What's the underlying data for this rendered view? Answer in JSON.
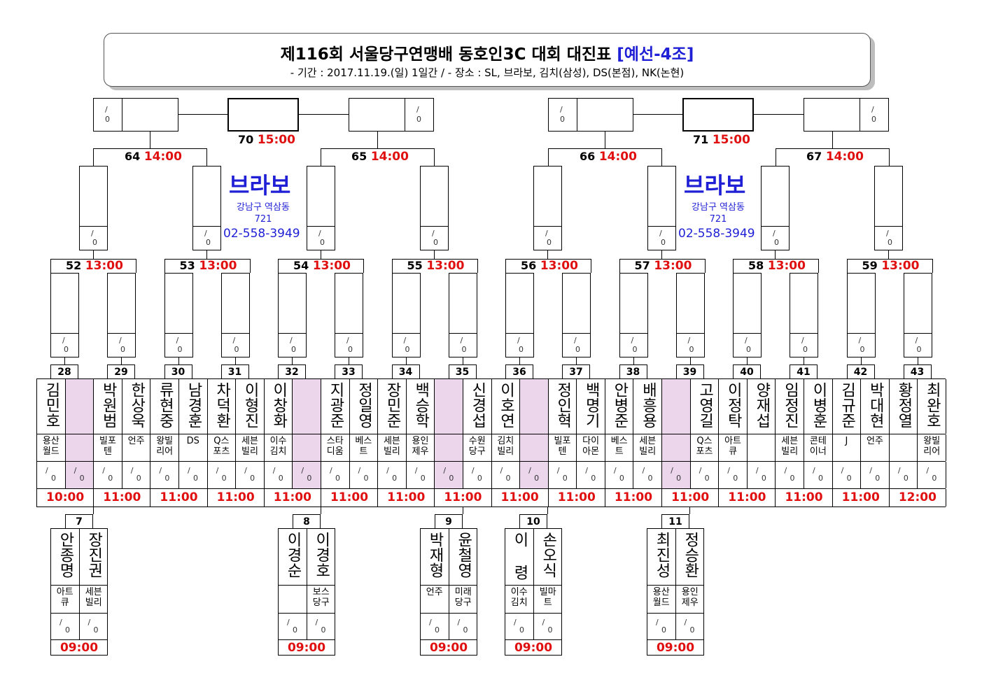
{
  "header": {
    "title": "제116회 서울당구연맹배 동호인3C 대회 대진표",
    "stage": "[예선-4조]",
    "subtitle": "- 기간 : 2017.11.19.(일) 1일간 / - 장소 : SL, 브라보, 김치(삼성), DS(본점), NK(논현)"
  },
  "score_placeholder": "/ 0",
  "score_slash": "/",
  "score_zero": "0",
  "venue": {
    "name": "브라보",
    "address_line1": "강남구 역삼동",
    "address_line2": "721",
    "phone": "02-558-3949"
  },
  "finals": [
    {
      "num": "70",
      "time": "15:00"
    },
    {
      "num": "71",
      "time": "15:00"
    }
  ],
  "semis": [
    {
      "num": "64",
      "time": "14:00"
    },
    {
      "num": "65",
      "time": "14:00"
    },
    {
      "num": "66",
      "time": "14:00"
    },
    {
      "num": "67",
      "time": "14:00"
    }
  ],
  "quarters": [
    {
      "num": "52",
      "time": "13:00"
    },
    {
      "num": "53",
      "time": "13:00"
    },
    {
      "num": "54",
      "time": "13:00"
    },
    {
      "num": "55",
      "time": "13:00"
    },
    {
      "num": "56",
      "time": "13:00"
    },
    {
      "num": "57",
      "time": "13:00"
    },
    {
      "num": "58",
      "time": "13:00"
    },
    {
      "num": "59",
      "time": "13:00"
    }
  ],
  "first_round": [
    {
      "num": "28",
      "time": "10:00",
      "players": [
        {
          "name": "김민호",
          "club": "용산\n월드",
          "bye": false
        },
        {
          "name": "",
          "club": "",
          "bye": true
        }
      ]
    },
    {
      "num": "29",
      "time": "11:00",
      "players": [
        {
          "name": "박원범",
          "club": "빌포\n텐",
          "bye": false
        },
        {
          "name": "한상욱",
          "club": "언주",
          "bye": false
        }
      ]
    },
    {
      "num": "30",
      "time": "11:00",
      "players": [
        {
          "name": "류현중",
          "club": "왕빌\n리어",
          "bye": false
        },
        {
          "name": "남경훈",
          "club": "DS",
          "bye": false
        }
      ]
    },
    {
      "num": "31",
      "time": "11:00",
      "players": [
        {
          "name": "차덕환",
          "club": "Q스\n포츠",
          "bye": false
        },
        {
          "name": "이형진",
          "club": "세븐\n빌리",
          "bye": false
        }
      ]
    },
    {
      "num": "32",
      "time": "11:00",
      "players": [
        {
          "name": "이창화",
          "club": "이수\n김치",
          "bye": false
        },
        {
          "name": "",
          "club": "",
          "bye": true
        }
      ]
    },
    {
      "num": "33",
      "time": "11:00",
      "players": [
        {
          "name": "지광준",
          "club": "스타\n디움",
          "bye": false
        },
        {
          "name": "정일영",
          "club": "베스\n트",
          "bye": false
        }
      ]
    },
    {
      "num": "34",
      "time": "11:00",
      "players": [
        {
          "name": "장민준",
          "club": "세븐\n빌리",
          "bye": false
        },
        {
          "name": "백승학",
          "club": "용인\n제우",
          "bye": false
        }
      ]
    },
    {
      "num": "35",
      "time": "11:00",
      "players": [
        {
          "name": "",
          "club": "",
          "bye": true
        },
        {
          "name": "신경섭",
          "club": "수원\n당구",
          "bye": false
        }
      ]
    },
    {
      "num": "36",
      "time": "11:00",
      "players": [
        {
          "name": "이호연",
          "club": "김치\n빌리",
          "bye": false
        },
        {
          "name": "",
          "club": "",
          "bye": true
        }
      ]
    },
    {
      "num": "37",
      "time": "11:00",
      "players": [
        {
          "name": "정인혁",
          "club": "빌포\n텐",
          "bye": false
        },
        {
          "name": "백명기",
          "club": "다이\n아몬",
          "bye": false
        }
      ]
    },
    {
      "num": "38",
      "time": "11:00",
      "players": [
        {
          "name": "안병준",
          "club": "베스\n트",
          "bye": false
        },
        {
          "name": "배흥용",
          "club": "세븐\n빌리",
          "bye": false
        }
      ]
    },
    {
      "num": "39",
      "time": "11:00",
      "players": [
        {
          "name": "",
          "club": "",
          "bye": true
        },
        {
          "name": "고영길",
          "club": "Q스\n포츠",
          "bye": false
        }
      ]
    },
    {
      "num": "40",
      "time": "11:00",
      "players": [
        {
          "name": "이정탁",
          "club": "아트\n큐",
          "bye": false
        },
        {
          "name": "양재섭",
          "club": "",
          "bye": false
        }
      ]
    },
    {
      "num": "41",
      "time": "11:00",
      "players": [
        {
          "name": "임정진",
          "club": "세븐\n빌리",
          "bye": false
        },
        {
          "name": "이병훈",
          "club": "콘테\n이너",
          "bye": false
        }
      ]
    },
    {
      "num": "42",
      "time": "11:00",
      "players": [
        {
          "name": "김규준",
          "club": "J",
          "bye": false
        },
        {
          "name": "박대현",
          "club": "언주",
          "bye": false
        }
      ]
    },
    {
      "num": "43",
      "time": "12:00",
      "players": [
        {
          "name": "황정열",
          "club": "",
          "bye": false
        },
        {
          "name": "최완호",
          "club": "왕빌\n리어",
          "bye": false
        }
      ]
    }
  ],
  "prelim": [
    {
      "num": "7",
      "time": "09:00",
      "players": [
        {
          "name": "안종명",
          "club": "아트\n큐"
        },
        {
          "name": "장진권",
          "club": "세븐\n빌리"
        }
      ]
    },
    {
      "num": "8",
      "time": "09:00",
      "players": [
        {
          "name": "이경순",
          "club": ""
        },
        {
          "name": "이경호",
          "club": "보스\n당구"
        }
      ]
    },
    {
      "num": "9",
      "time": "09:00",
      "players": [
        {
          "name": "박재형",
          "club": "언주"
        },
        {
          "name": "윤철영",
          "club": "미래\n당구"
        }
      ]
    },
    {
      "num": "10",
      "time": "09:00",
      "players": [
        {
          "name": "이 령",
          "club": "이수\n김치"
        },
        {
          "name": "손오식",
          "club": "빌마\n트"
        }
      ]
    },
    {
      "num": "11",
      "time": "09:00",
      "players": [
        {
          "name": "최진성",
          "club": "용산\n월드"
        },
        {
          "name": "정승환",
          "club": "용인\n제우"
        }
      ]
    }
  ]
}
